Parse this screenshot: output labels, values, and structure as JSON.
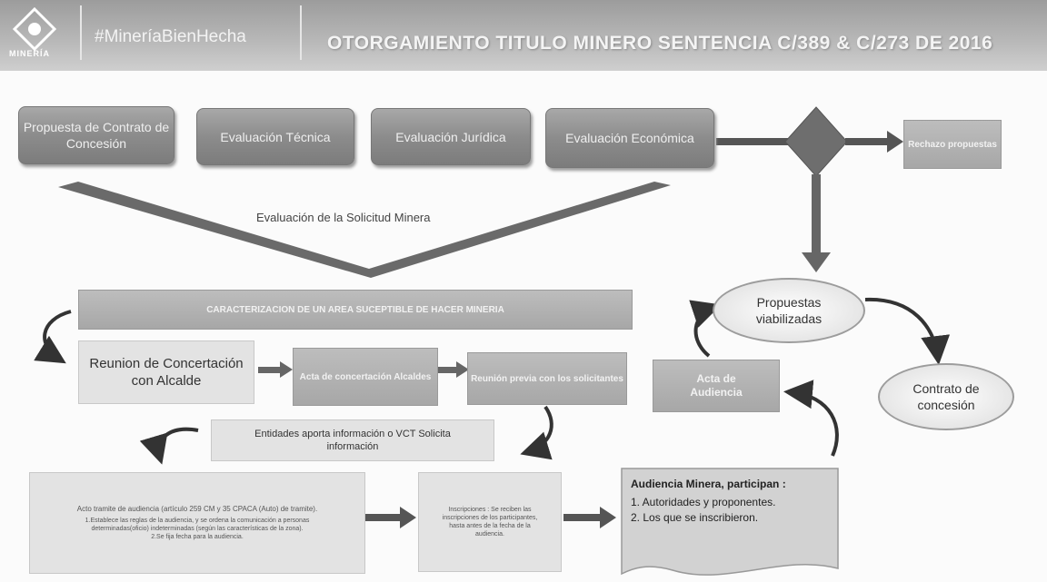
{
  "header": {
    "logo_text": "MINERÍA",
    "hashtag": "#MineríaBienHecha",
    "title": "OTORGAMIENTO TITULO MINERO SENTENCIA C/389 & C/273 DE 2016"
  },
  "evaluation_steps": [
    "Propuesta de Contrato de Concesión",
    "Evaluación Técnica",
    "Evaluación Jurídica",
    "Evaluación Económica"
  ],
  "reject_label": "Rechazo propuestas",
  "funnel_label": "Evaluación de la Solicitud Minera",
  "characterization": "CARACTERIZACION DE UN AREA SUCEPTIBLE DE HACER MINERIA",
  "meeting_row": [
    "Reunion de Concertación con Alcalde",
    "Acta de concertación Alcaldes",
    "Reunión previa con los solicitantes"
  ],
  "entities_info": "Entidades aporta información o VCT Solicita información",
  "acto_tramite": {
    "heading": "Acto tramite de audiencia (artículo 259 CM y 35 CPACA (Auto) de tramite).",
    "items": [
      "1.Establece las reglas de la audiencia, y se ordena la comunicación a personas determinadas(oficio) indeterminadas (según las características de la zona).",
      "2.Se fija fecha para la audiencia."
    ]
  },
  "inscripciones": "Inscripciones : Se reciben las inscripciones de los participantes, hasta antes de la fecha de la audiencia.",
  "audiencia": {
    "heading": "Audiencia Minera, participan :",
    "items": [
      "1.  Autoridades y proponentes.",
      "2.  Los que se inscribieron."
    ]
  },
  "acta_audiencia": "Acta de Audiencia",
  "propuestas_viabilizadas": "Propuestas viabilizadas",
  "contrato": "Contrato de concesión"
}
